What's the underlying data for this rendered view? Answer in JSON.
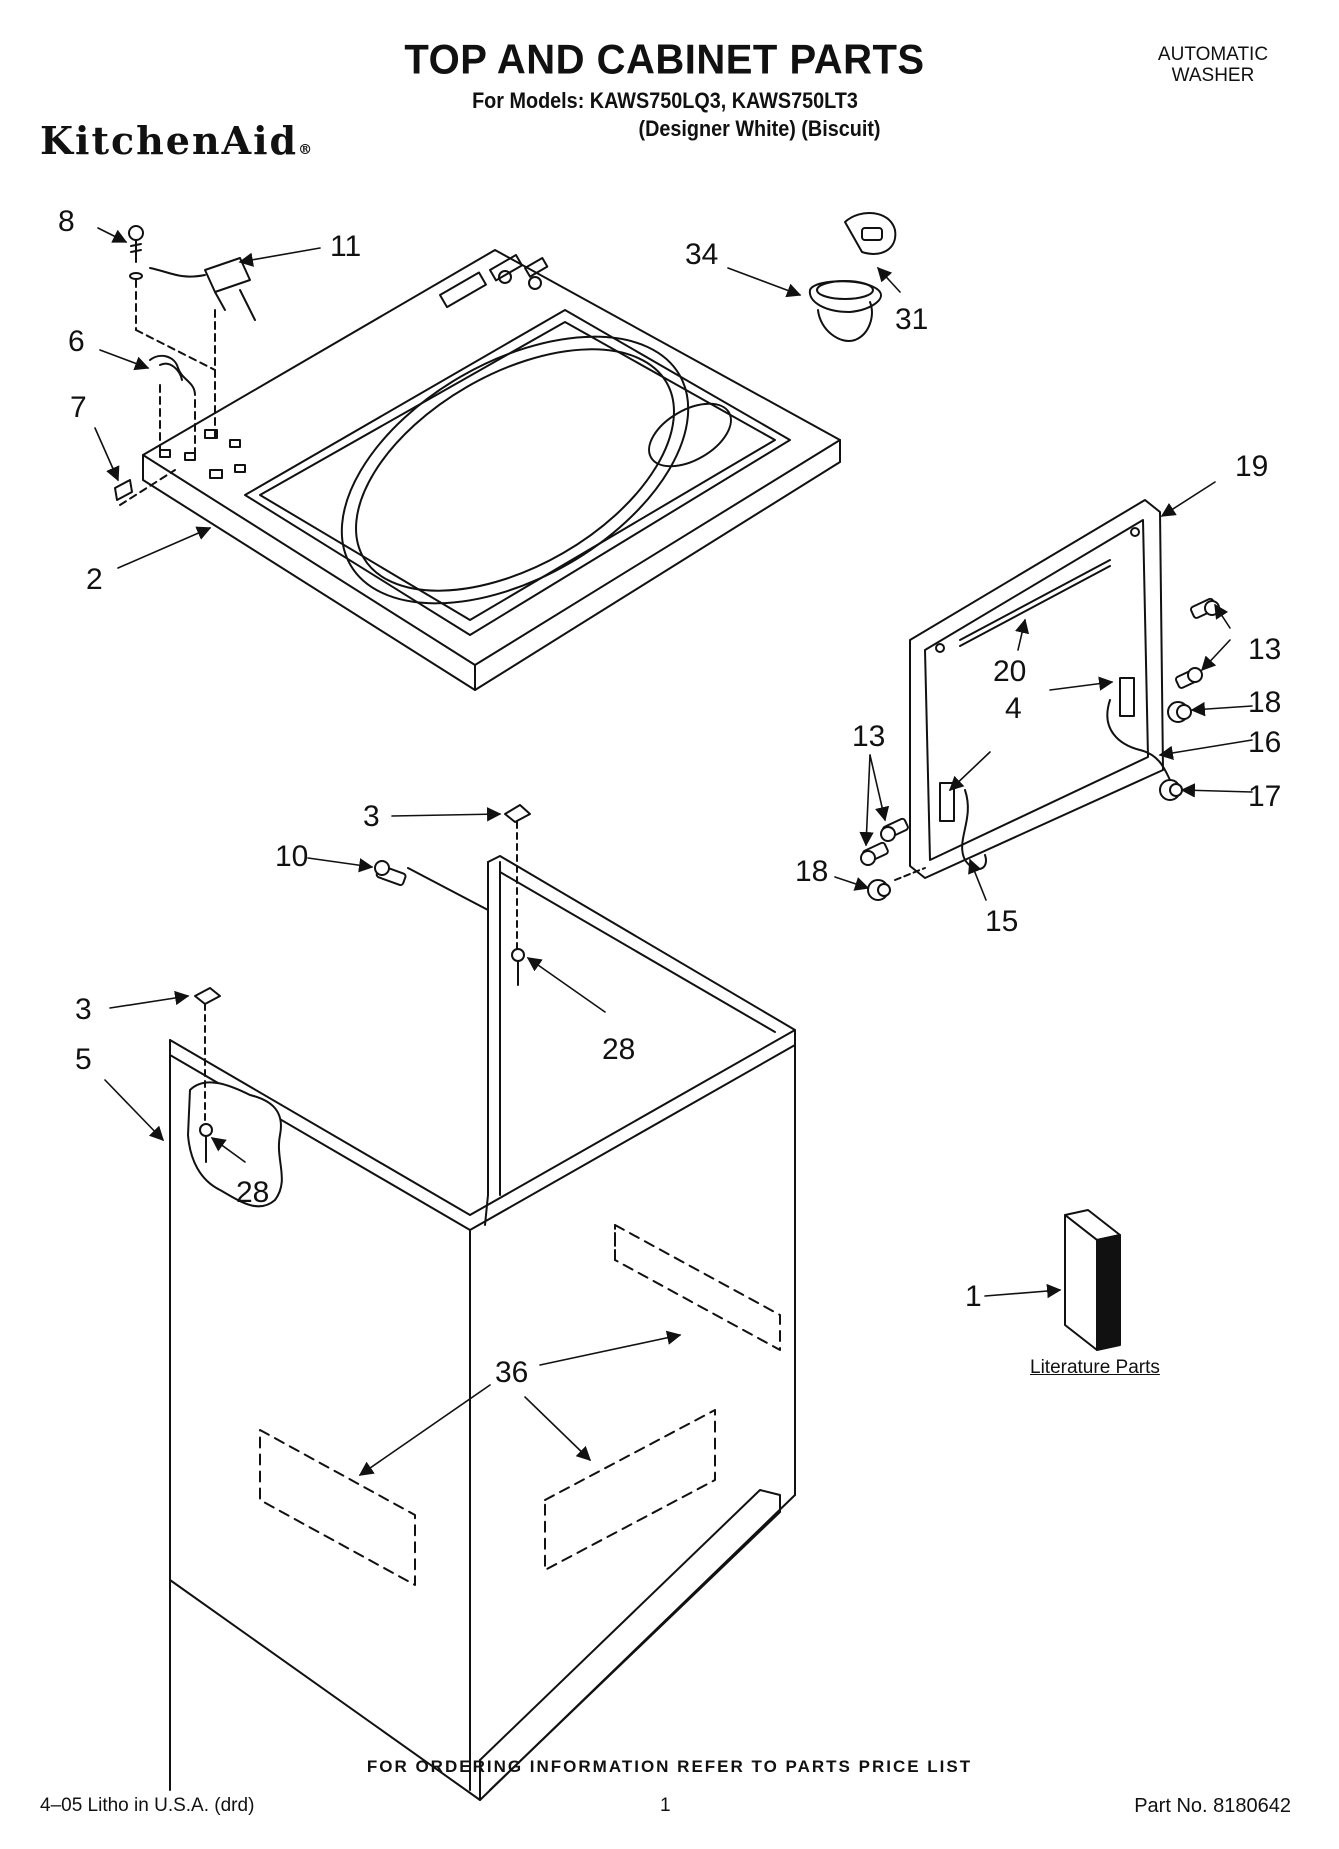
{
  "header": {
    "title": "TOP AND CABINET PARTS",
    "models_line": "For Models: KAWS750LQ3, KAWS750LT3",
    "colors_line": "(Designer White)     (Biscuit)",
    "appliance_type_line1": "AUTOMATIC",
    "appliance_type_line2": "WASHER",
    "brand": "KitchenAid",
    "brand_mark": "®"
  },
  "callouts": {
    "c8": "8",
    "c11": "11",
    "c6": "6",
    "c7": "7",
    "c2": "2",
    "c34": "34",
    "c31": "31",
    "c19": "19",
    "c20": "20",
    "c4a": "4",
    "c13a": "13",
    "c18a": "18",
    "c16": "16",
    "c17": "17",
    "c13b": "13",
    "c18b": "18",
    "c15": "15",
    "c3a": "3",
    "c10": "10",
    "c28a": "28",
    "c3b": "3",
    "c5": "5",
    "c28b": "28",
    "c36": "36",
    "c1": "1"
  },
  "literature_label": "Literature Parts",
  "footer": {
    "order_note": "FOR ORDERING INFORMATION REFER TO PARTS PRICE LIST",
    "litho": "4–05 Litho in U.S.A. (drd)",
    "page": "1",
    "part_no": "Part No. 8180642"
  }
}
